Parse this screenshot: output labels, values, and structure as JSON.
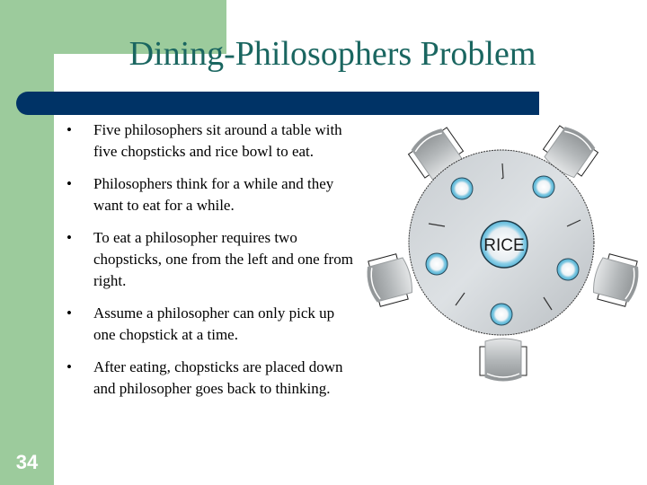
{
  "slide": {
    "title": "Dining-Philosophers Problem",
    "number": "34",
    "bullets": [
      {
        "symbol": "•",
        "text": "Five philosophers sit around a table with five chopsticks and rice bowl to eat."
      },
      {
        "symbol": "•",
        "text": "Philosophers think for a while and they want to eat for a while."
      },
      {
        "symbol": "•",
        "text": "To eat a philosopher requires two chopsticks, one from the left and one from right."
      },
      {
        "symbol": "•",
        "text": "Assume a philosopher can only pick up one chopstick at a time."
      },
      {
        "symbol": "•",
        "text": "After eating, chopsticks are placed down and philosopher goes back to thinking."
      }
    ]
  },
  "diagram": {
    "center_label": "RICE",
    "philosophers": 5,
    "chopsticks": 5,
    "bowls": 5
  },
  "colors": {
    "green_accent": "#9ccb9c",
    "title_color": "#1a6660",
    "bar_color": "#003366",
    "bowl_ring": "#5bb8d6"
  }
}
